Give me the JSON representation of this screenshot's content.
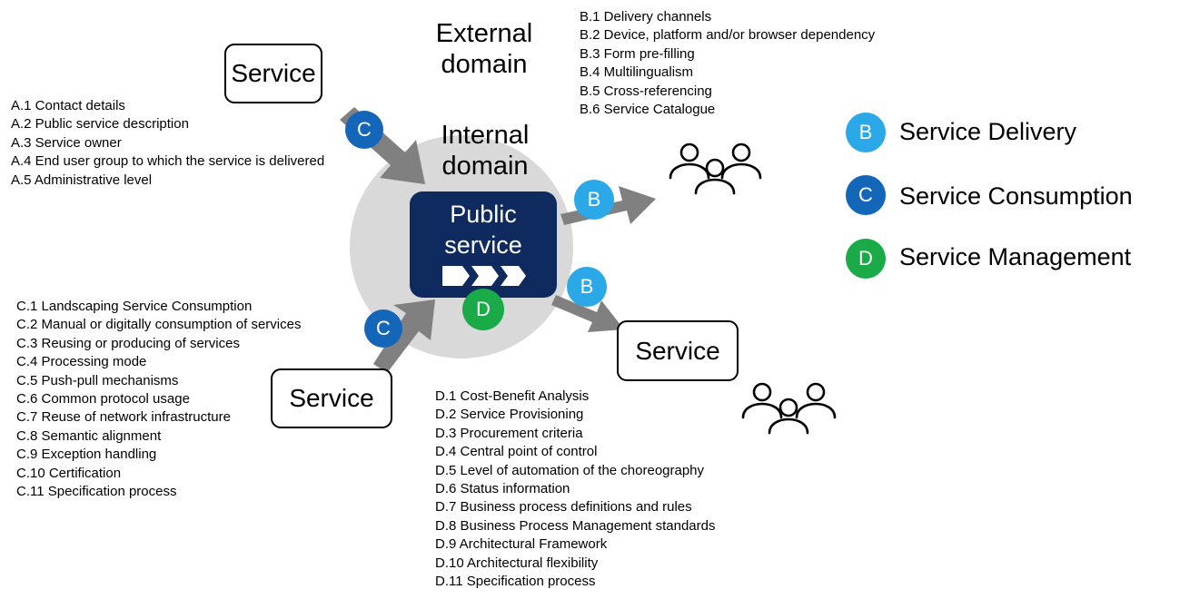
{
  "colors": {
    "delivery": "#2aa8e8",
    "consumption": "#1466b8",
    "management": "#1aaa48",
    "public_service_bg": "#0e2a5e",
    "internal_domain_circle": "#d9d9d9",
    "arrow": "#808080"
  },
  "domains": {
    "external_label_line1": "External",
    "external_label_line2": "domain",
    "internal_label_line1": "Internal",
    "internal_label_line2": "domain"
  },
  "center": {
    "line1": "Public",
    "line2": "service"
  },
  "service_boxes": {
    "top_left": "Service",
    "bottom_left": "Service",
    "right": "Service"
  },
  "badges": {
    "consumption_top": "C",
    "consumption_bottom": "C",
    "delivery_upper": "B",
    "delivery_lower": "B",
    "management": "D"
  },
  "icons": {
    "user_group": "people-group-icon",
    "process_steps": "process-chevrons-icon"
  },
  "list_a": [
    "A.1 Contact details",
    "A.2 Public service description",
    "A.3 Service owner",
    "A.4 End user group to which the service is delivered",
    "A.5 Administrative level"
  ],
  "list_b": [
    "B.1 Delivery channels",
    "B.2 Device, platform and/or browser dependency",
    "B.3 Form pre-filling",
    "B.4 Multilingualism",
    "B.5 Cross-referencing",
    "B.6 Service Catalogue"
  ],
  "list_c": [
    "C.1 Landscaping Service Consumption",
    "C.2 Manual or digitally consumption of services",
    "C.3 Reusing or producing of services",
    "C.4 Processing mode",
    "C.5 Push-pull mechanisms",
    "C.6 Common protocol usage",
    "C.7 Reuse of network infrastructure",
    "C.8 Semantic alignment",
    "C.9 Exception handling",
    "C.10 Certification",
    "C.11 Specification process"
  ],
  "list_d": [
    "D.1 Cost-Benefit Analysis",
    "D.2 Service Provisioning",
    "D.3 Procurement criteria",
    "D.4 Central point of control",
    "D.5 Level of automation of the choreography",
    "D.6 Status information",
    "D.7 Business process definitions and rules",
    "D.8 Business Process Management standards",
    "D.9 Architectural Framework",
    "D.10 Architectural flexibility",
    "D.11 Specification process"
  ],
  "legend": [
    {
      "letter": "B",
      "label": "Service Delivery"
    },
    {
      "letter": "C",
      "label": "Service Consumption"
    },
    {
      "letter": "D",
      "label": "Service Management"
    }
  ]
}
